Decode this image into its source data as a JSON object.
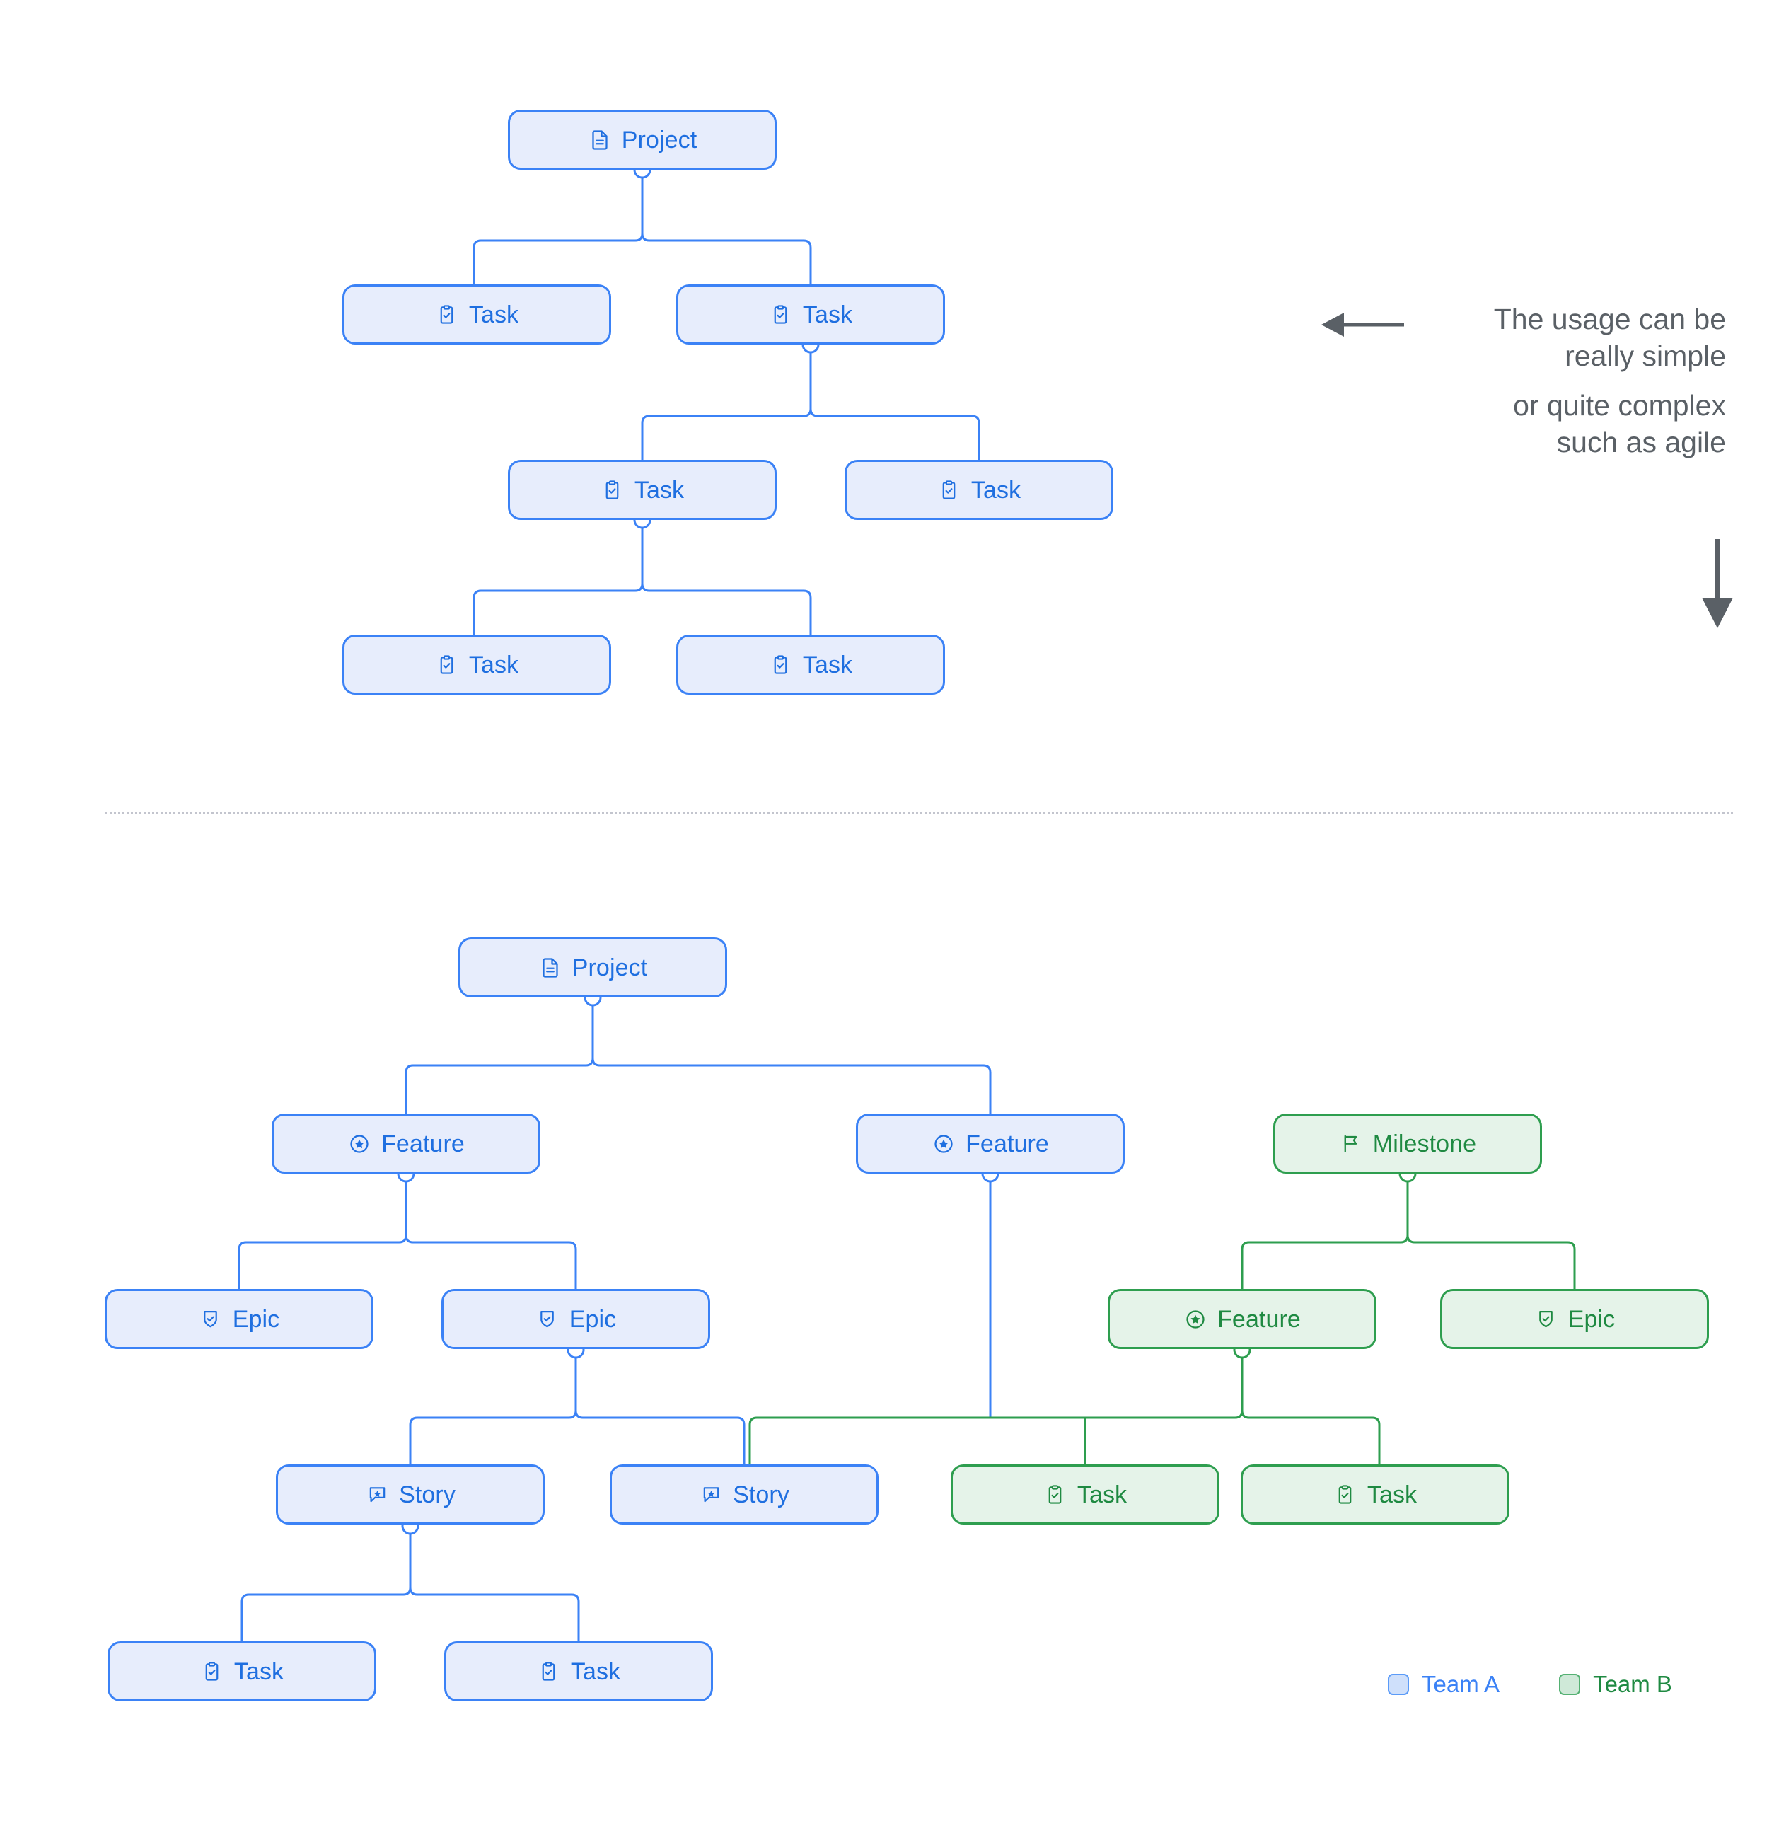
{
  "colors": {
    "blue_stroke": "#3b82f6",
    "blue_fill": "#e7edfc",
    "blue_text": "#1f6fe0",
    "green_stroke": "#2e9e4f",
    "green_fill": "#e5f3e9",
    "green_text": "#1f8a42",
    "annotation_text": "#5a6066",
    "divider": "#b9bcc6",
    "background": "#ffffff"
  },
  "annotation": {
    "left_arrow_icon": "arrow-left-icon",
    "down_arrow_icon": "arrow-down-icon",
    "lines": [
      "The usage can be",
      "really simple",
      "or quite complex",
      "such as agile"
    ],
    "line_0": "The usage can be",
    "line_1": "really simple",
    "line_2": "or quite complex",
    "line_3": "such as agile"
  },
  "legend": {
    "items": [
      {
        "label": "Team A",
        "color": "#3b82f6",
        "team": "blue"
      },
      {
        "label": "Team B",
        "color": "#1f8a42",
        "team": "green"
      }
    ],
    "team_a_label": "Team A",
    "team_b_label": "Team B"
  },
  "diagram_simple": {
    "title_node": "Project",
    "nodes": [
      {
        "id": "s0",
        "label": "Project",
        "icon": "document-icon",
        "team": "blue",
        "level": 0
      },
      {
        "id": "s1a",
        "label": "Task",
        "icon": "clipboard-check-icon",
        "team": "blue",
        "level": 1
      },
      {
        "id": "s1b",
        "label": "Task",
        "icon": "clipboard-check-icon",
        "team": "blue",
        "level": 1
      },
      {
        "id": "s2a",
        "label": "Task",
        "icon": "clipboard-check-icon",
        "team": "blue",
        "level": 2
      },
      {
        "id": "s2b",
        "label": "Task",
        "icon": "clipboard-check-icon",
        "team": "blue",
        "level": 2
      },
      {
        "id": "s3a",
        "label": "Task",
        "icon": "clipboard-check-icon",
        "team": "blue",
        "level": 3
      },
      {
        "id": "s3b",
        "label": "Task",
        "icon": "clipboard-check-icon",
        "team": "blue",
        "level": 3
      }
    ],
    "edges": [
      [
        "s0",
        "s1a"
      ],
      [
        "s0",
        "s1b"
      ],
      [
        "s1b",
        "s2a"
      ],
      [
        "s1b",
        "s2b"
      ],
      [
        "s2a",
        "s3a"
      ],
      [
        "s2a",
        "s3b"
      ]
    ],
    "labels": {
      "n0": "Project",
      "n1": "Task",
      "n2": "Task",
      "n3": "Task",
      "n4": "Task",
      "n5": "Task",
      "n6": "Task"
    }
  },
  "diagram_agile": {
    "title_node": "Project",
    "nodes": [
      {
        "id": "a0",
        "label": "Project",
        "icon": "document-icon",
        "team": "blue",
        "level": 0
      },
      {
        "id": "a1a",
        "label": "Feature",
        "icon": "star-circle-icon",
        "team": "blue",
        "level": 1
      },
      {
        "id": "a1b",
        "label": "Feature",
        "icon": "star-circle-icon",
        "team": "blue",
        "level": 1
      },
      {
        "id": "a1c",
        "label": "Milestone",
        "icon": "flag-icon",
        "team": "green",
        "level": 1
      },
      {
        "id": "a2a",
        "label": "Epic",
        "icon": "shield-check-icon",
        "team": "blue",
        "level": 2
      },
      {
        "id": "a2b",
        "label": "Epic",
        "icon": "shield-check-icon",
        "team": "blue",
        "level": 2
      },
      {
        "id": "a2c",
        "label": "Feature",
        "icon": "star-circle-icon",
        "team": "green",
        "level": 2
      },
      {
        "id": "a2d",
        "label": "Epic",
        "icon": "shield-check-icon",
        "team": "green",
        "level": 2
      },
      {
        "id": "a3a",
        "label": "Story",
        "icon": "comment-star-icon",
        "team": "blue",
        "level": 3
      },
      {
        "id": "a3b",
        "label": "Story",
        "icon": "comment-star-icon",
        "team": "blue",
        "level": 3
      },
      {
        "id": "a3c",
        "label": "Task",
        "icon": "clipboard-check-icon",
        "team": "green",
        "level": 3
      },
      {
        "id": "a3d",
        "label": "Task",
        "icon": "clipboard-check-icon",
        "team": "green",
        "level": 3
      },
      {
        "id": "a4a",
        "label": "Task",
        "icon": "clipboard-check-icon",
        "team": "blue",
        "level": 4
      },
      {
        "id": "a4b",
        "label": "Task",
        "icon": "clipboard-check-icon",
        "team": "blue",
        "level": 4
      }
    ],
    "edges": [
      [
        "a0",
        "a1a"
      ],
      [
        "a0",
        "a1b"
      ],
      [
        "a1a",
        "a2a"
      ],
      [
        "a1a",
        "a2b"
      ],
      [
        "a1c",
        "a2c"
      ],
      [
        "a1c",
        "a2d"
      ],
      [
        "a2b",
        "a3a"
      ],
      [
        "a2b",
        "a3b"
      ],
      [
        "a1b",
        "a3c"
      ],
      [
        "a2c",
        "a3c"
      ],
      [
        "a2c",
        "a3d"
      ],
      [
        "a3a",
        "a4a"
      ],
      [
        "a3a",
        "a4b"
      ]
    ],
    "labels": {
      "n0": "Project",
      "n1": "Feature",
      "n2": "Feature",
      "n3": "Milestone",
      "n4": "Epic",
      "n5": "Epic",
      "n6": "Feature",
      "n7": "Epic",
      "n8": "Story",
      "n9": "Story",
      "n10": "Task",
      "n11": "Task",
      "n12": "Task",
      "n13": "Task"
    }
  }
}
